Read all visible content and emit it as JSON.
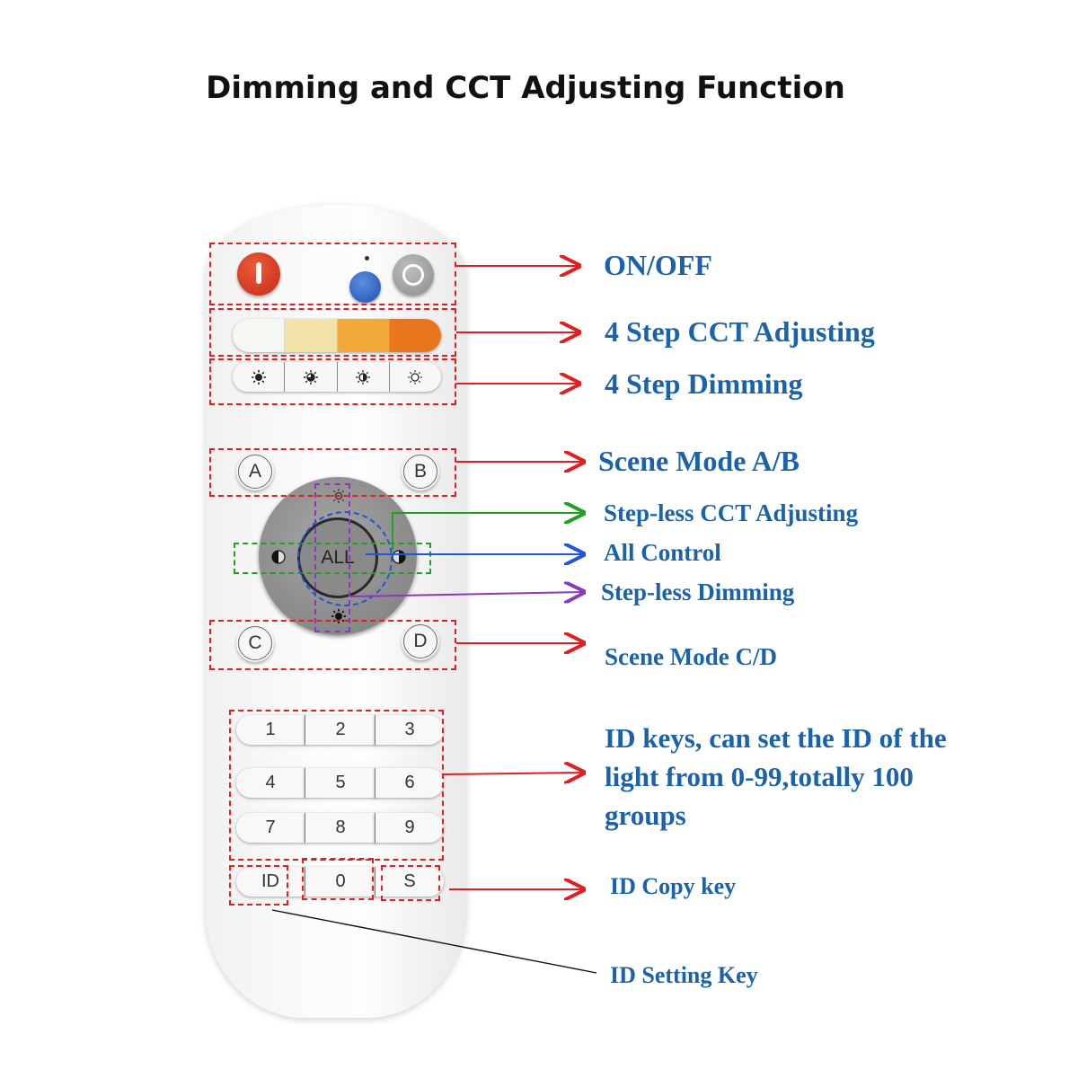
{
  "title": "Dimming and CCT Adjusting Function",
  "labels": {
    "on_off": "ON/OFF",
    "cct_4step": "4 Step CCT Adjusting",
    "dim_4step": "4 Step Dimming",
    "scene_ab": "Scene Mode A/B",
    "stepless_cct": "Step-less CCT Adjusting",
    "all_control": "All Control",
    "stepless_dim": "Step-less Dimming",
    "scene_cd": "Scene Mode C/D",
    "id_keys": "ID keys, can set the ID of the light from 0-99,totally 100 groups",
    "id_copy": "ID Copy key",
    "id_setting": "ID Setting Key"
  },
  "remote": {
    "cct_colors": [
      "#f6f6f2",
      "#f3e3a8",
      "#f2a93a",
      "#e8761c"
    ],
    "scene_a": "A",
    "scene_b": "B",
    "scene_c": "C",
    "scene_d": "D",
    "all": "ALL",
    "keys": [
      "1",
      "2",
      "3",
      "4",
      "5",
      "6",
      "7",
      "8",
      "9",
      "ID",
      "0",
      "S"
    ]
  },
  "colors": {
    "label_blue": "#1a63a8",
    "arrow_red": "#e02020",
    "arrow_green": "#22a022",
    "arrow_blue": "#2255d8",
    "arrow_purple": "#8a3ab8"
  }
}
